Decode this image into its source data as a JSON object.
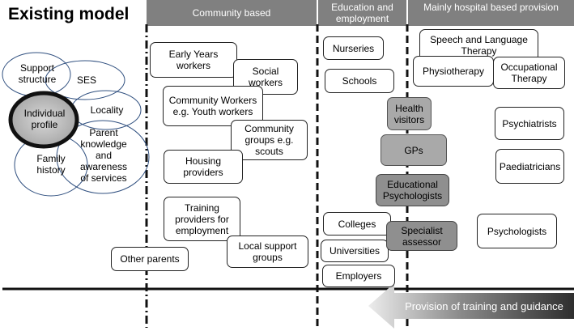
{
  "title": "Existing model",
  "headers": {
    "community": "Community based",
    "education": "Education and employment",
    "hospital": "Mainly hospital based provision"
  },
  "left_cluster": {
    "support_structure": "Support structure",
    "ses": "SES",
    "individual_profile": "Individual profile",
    "locality": "Locality",
    "parent_knowledge": "Parent knowledge and awareness of services",
    "family_history": "Family history"
  },
  "community": {
    "early_years": "Early Years workers",
    "social_workers": "Social workers",
    "community_workers": "Community Workers e.g. Youth workers",
    "community_groups": "Community groups e.g. scouts",
    "housing": "Housing providers",
    "training": "Training providers for employment",
    "local_support": "Local support groups",
    "other_parents": "Other parents"
  },
  "education": {
    "nurseries": "Nurseries",
    "schools": "Schools",
    "colleges": "Colleges",
    "universities": "Universities",
    "employers": "Employers"
  },
  "bridge": {
    "health_visitors": "Health visitors",
    "gps": "GPs",
    "educational_psychologists": "Educational Psychologists",
    "specialist_assessor": "Specialist assessor"
  },
  "hospital": {
    "speech_language": "Speech and Language Therapy",
    "physiotherapy": "Physiotherapy",
    "occupational": "Occupational Therapy",
    "psychiatrists": "Psychiatrists",
    "paediatricians": "Paediatricians",
    "psychologists": "Psychologists"
  },
  "arrow_label": "Provision of training and guidance",
  "colors": {
    "header": "#808080",
    "gray_box": "#a9a9a9",
    "dark_gray_box": "#8f8f8f"
  }
}
